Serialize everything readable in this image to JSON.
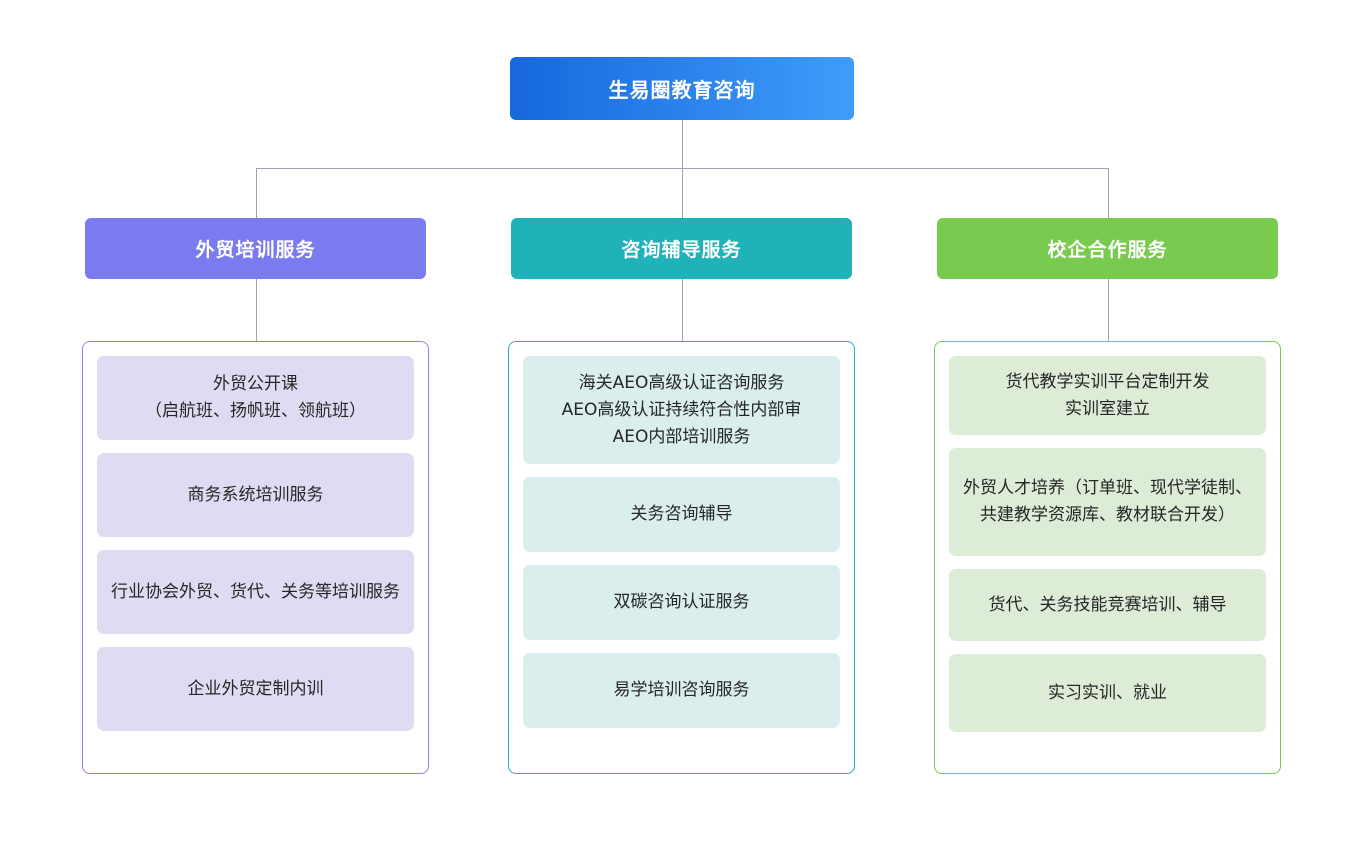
{
  "root": {
    "label": "生易圈教育咨询",
    "gradient_from": "#1668dc",
    "gradient_to": "#409cfb"
  },
  "connector_color": "#9aa5b1",
  "columns": [
    {
      "header": "外贸培训服务",
      "header_color": "#7b7bf0",
      "border_color": "#8a83f5",
      "item_bg": "#dedcf2",
      "items": [
        {
          "text": "外贸公开课\n（启航班、扬帆班、领航班）",
          "height": 84
        },
        {
          "text": "商务系统培训服务",
          "height": 84
        },
        {
          "text": "行业协会外贸、货代、关务等培训服务",
          "height": 84
        },
        {
          "text": "企业外贸定制内训",
          "height": 84
        }
      ]
    },
    {
      "header": "咨询辅导服务",
      "header_color": "#1fb2b8",
      "border_color": "#1fb2b8",
      "item_bg": "#daeeee",
      "items": [
        {
          "text": "海关AEO高级认证咨询服务\nAEO高级认证持续符合性内部审\nAEO内部培训服务",
          "height": 108
        },
        {
          "text": "关务咨询辅导",
          "height": 75
        },
        {
          "text": "双碳咨询认证服务",
          "height": 75
        },
        {
          "text": "易学培训咨询服务",
          "height": 75
        }
      ]
    },
    {
      "header": "校企合作服务",
      "header_color": "#78cb4e",
      "border_color": "#78cb4e",
      "item_bg": "#dcecd6",
      "items": [
        {
          "text": "货代教学实训平台定制开发\n实训室建立",
          "height": 79
        },
        {
          "text": "外贸人才培养（订单班、现代学徒制、共建教学资源库、教材联合开发）",
          "height": 108
        },
        {
          "text": "货代、关务技能竞赛培训、辅导",
          "height": 72
        },
        {
          "text": "实习实训、就业",
          "height": 78
        }
      ]
    }
  ]
}
